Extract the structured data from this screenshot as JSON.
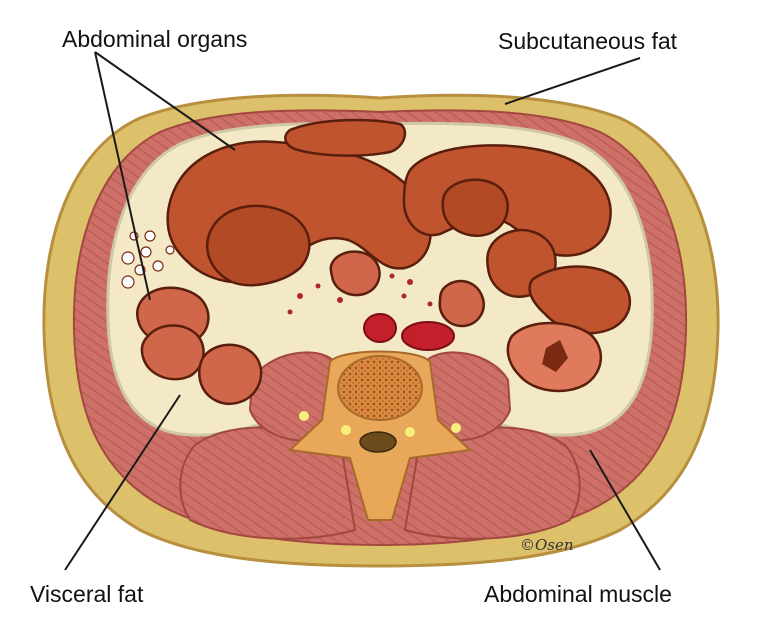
{
  "labels": {
    "abdominal_organs": "Abdominal organs",
    "subcutaneous_fat": "Subcutaneous fat",
    "visceral_fat": "Visceral fat",
    "abdominal_muscle": "Abdominal muscle"
  },
  "signature": "©Osen",
  "colors": {
    "subcutaneous_fat": "#dcc06a",
    "muscle": "#c96c63",
    "visceral_fat": "#f3e9c6",
    "organ": "#c0542e",
    "organ_dark": "#8a2f14",
    "vertebra": "#e9a75a",
    "vessel": "#c2202a"
  }
}
